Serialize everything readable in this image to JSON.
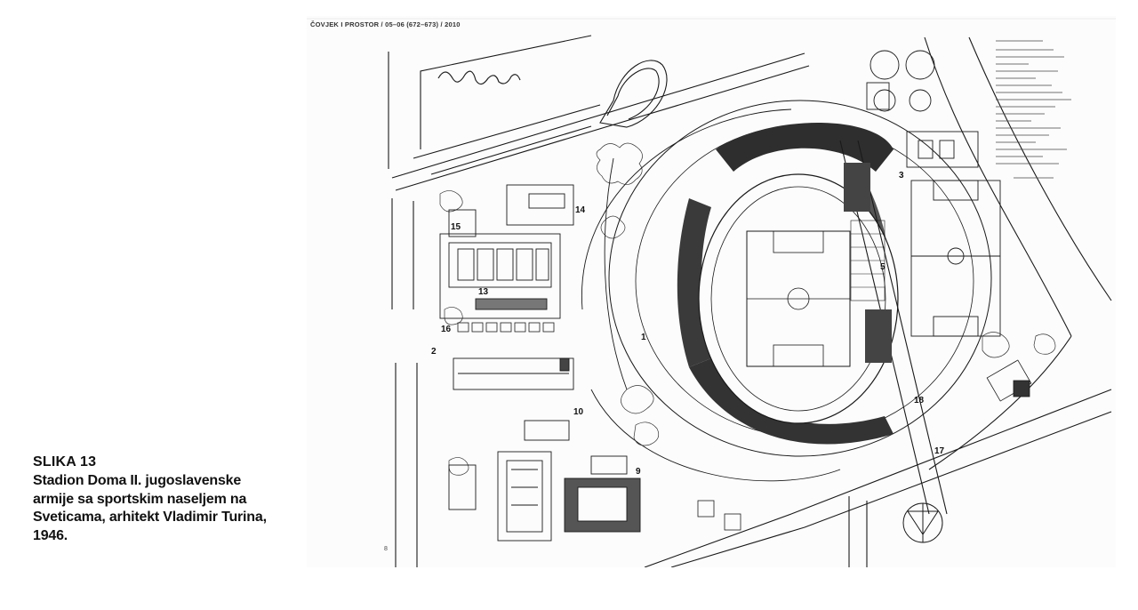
{
  "caption": {
    "label": "SLIKA 13",
    "text": "Stadion Doma II. jugoslavenske armije sa sportskim naseljem na Sveticama, arhitekt Vladimir Turina, 1946."
  },
  "scan": {
    "header": "ČOVJEK I PROSTOR / 05–06 (672–673) / 2010",
    "page_number": "8",
    "plan_labels": {
      "n1": "1",
      "n2": "2",
      "n3": "3",
      "n5": "5",
      "n9": "9",
      "n10": "10",
      "n13": "13",
      "n14": "14",
      "n15": "15",
      "n16": "16",
      "n17": "17",
      "n18": "18"
    }
  },
  "colors": {
    "ink": "#1a1a1a",
    "stands": "#3a3a3a",
    "paper": "#fcfcfc"
  }
}
